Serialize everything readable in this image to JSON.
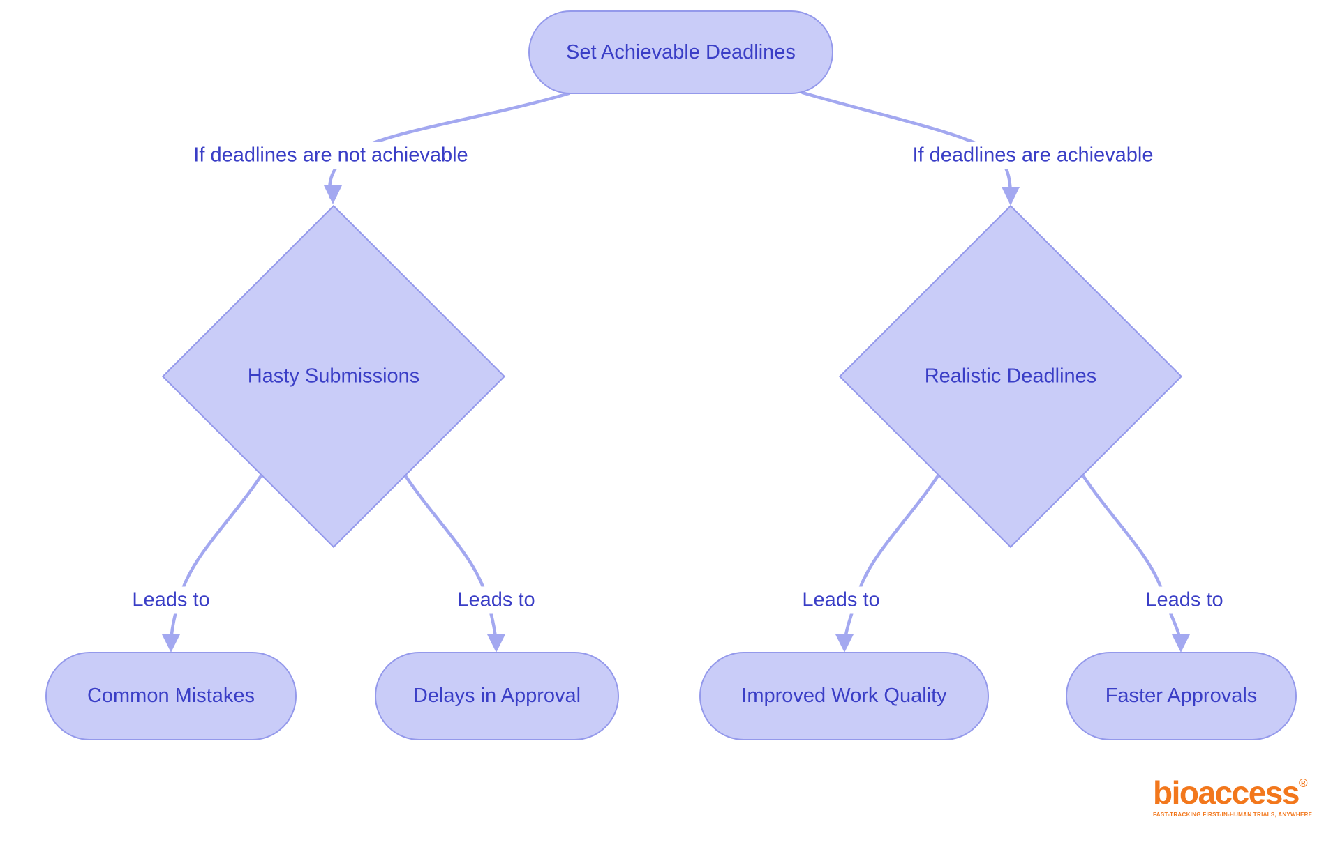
{
  "diagram": {
    "nodes": {
      "root": {
        "label": "Set Achievable Deadlines"
      },
      "hasty": {
        "label": "Hasty Submissions"
      },
      "realistic": {
        "label": "Realistic Deadlines"
      },
      "common_mistakes": {
        "label": "Common Mistakes"
      },
      "delays": {
        "label": "Delays in Approval"
      },
      "improved": {
        "label": "Improved Work Quality"
      },
      "faster": {
        "label": "Faster Approvals"
      }
    },
    "edge_labels": {
      "not_achievable": "If deadlines are not achievable",
      "achievable": "If deadlines are achievable",
      "leads_to_1": "Leads to",
      "leads_to_2": "Leads to",
      "leads_to_3": "Leads to",
      "leads_to_4": "Leads to"
    },
    "colors": {
      "node_fill": "#C9CCF8",
      "node_border": "#9499EB",
      "edge": "#A3A8F0",
      "text": "#3A3EC6"
    }
  },
  "logo": {
    "brand": "bioaccess",
    "registered": "®",
    "tagline": "FAST-TRACKING FIRST-IN-HUMAN TRIALS, ANYWHERE",
    "color": "#F2771C"
  }
}
